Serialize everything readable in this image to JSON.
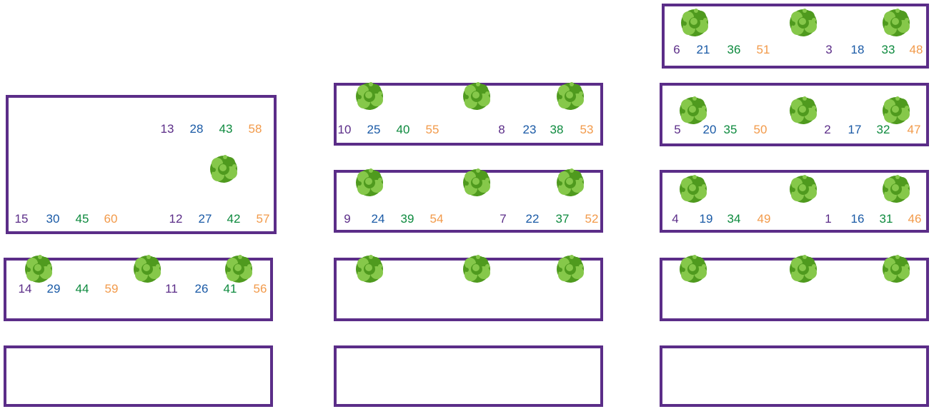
{
  "colors": {
    "border": "#5b2d88",
    "purple": "#5b2d88",
    "blue": "#1a5aa6",
    "green": "#0d8a3e",
    "orange": "#f29a4a",
    "bush_dark": "#4f9a1e",
    "bush_light": "#86c84a"
  },
  "icons": {
    "bush": "shrub-icon"
  },
  "beds": [
    {
      "id": "top-right",
      "labels": [
        "6",
        "21",
        "36",
        "51",
        "3",
        "18",
        "33",
        "48"
      ]
    },
    {
      "id": "middle-upper",
      "labels": [
        "10",
        "25",
        "40",
        "55",
        "8",
        "23",
        "38",
        "53"
      ]
    },
    {
      "id": "right-upper",
      "labels": [
        "5",
        "20",
        "35",
        "50",
        "2",
        "17",
        "32",
        "47"
      ]
    },
    {
      "id": "left-large",
      "labels": [
        "13",
        "28",
        "43",
        "58",
        "15",
        "30",
        "45",
        "60",
        "12",
        "27",
        "42",
        "57"
      ]
    },
    {
      "id": "middle-mid",
      "labels": [
        "9",
        "24",
        "39",
        "54",
        "7",
        "22",
        "37",
        "52"
      ]
    },
    {
      "id": "right-mid",
      "labels": [
        "4",
        "19",
        "34",
        "49",
        "1",
        "16",
        "31",
        "46"
      ]
    },
    {
      "id": "left-lower",
      "labels": [
        "14",
        "29",
        "44",
        "59",
        "11",
        "26",
        "41",
        "56"
      ]
    },
    {
      "id": "middle-lower",
      "labels": []
    },
    {
      "id": "right-lower",
      "labels": []
    },
    {
      "id": "left-bottom",
      "labels": []
    },
    {
      "id": "middle-bottom",
      "labels": []
    },
    {
      "id": "right-bottom",
      "labels": []
    }
  ]
}
